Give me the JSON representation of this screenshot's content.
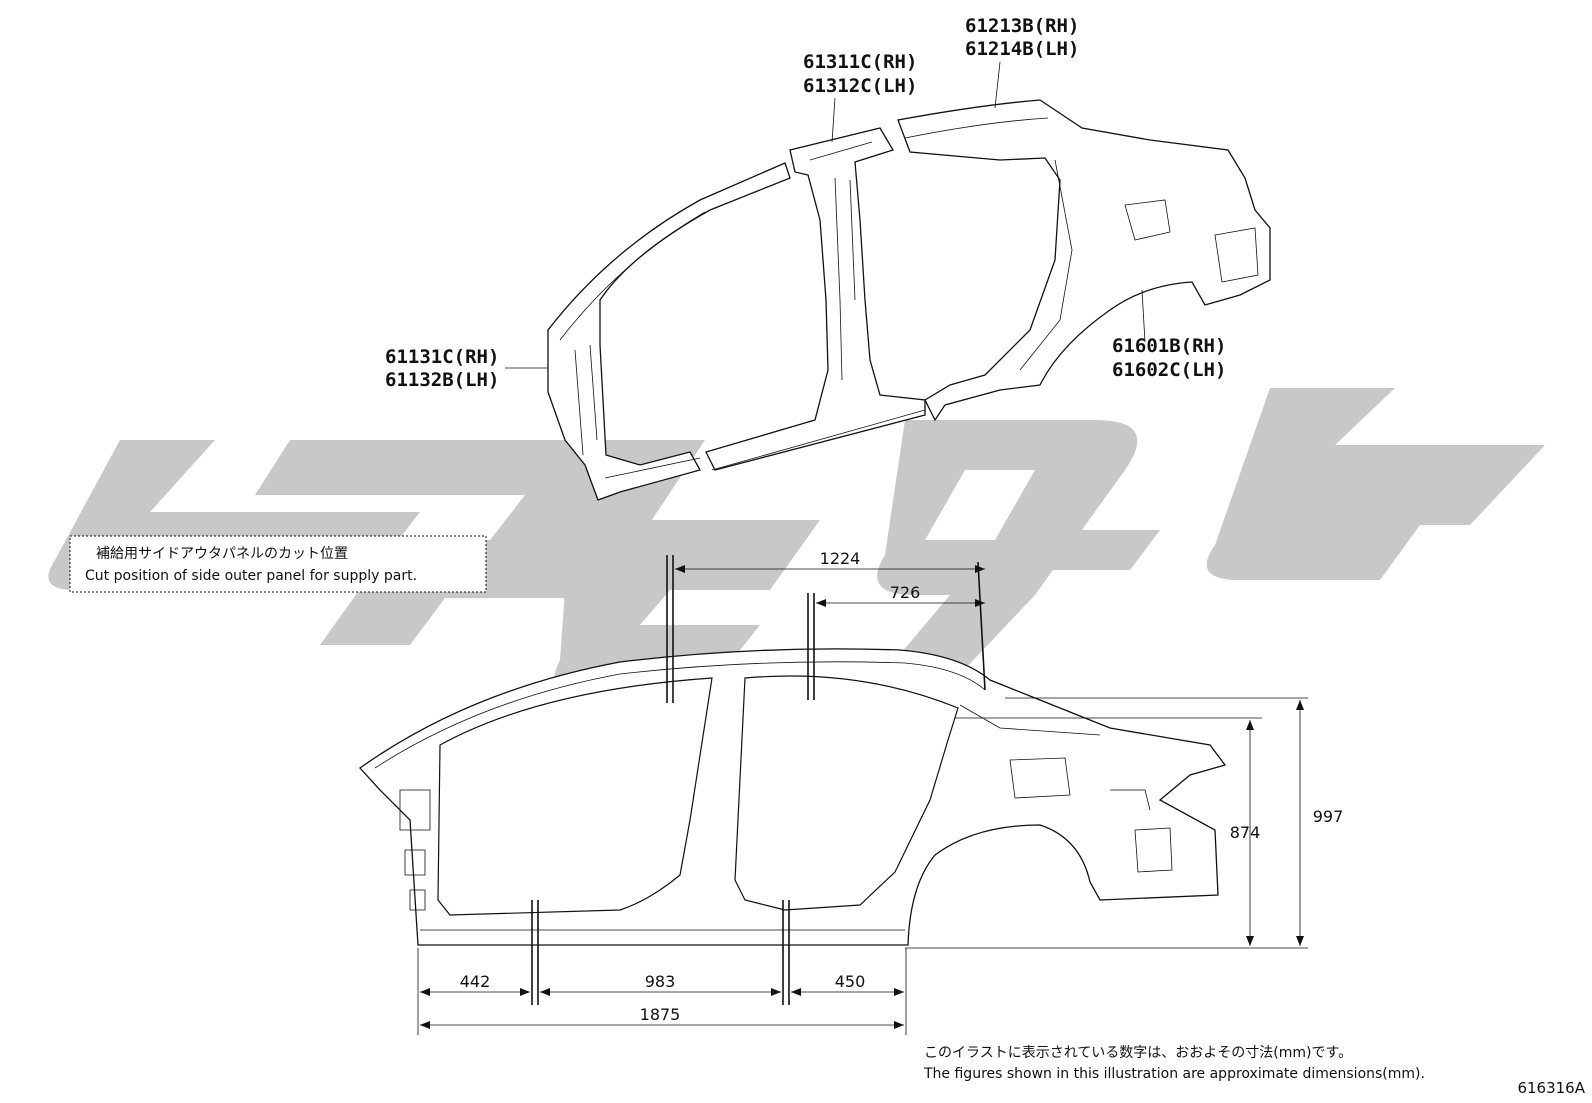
{
  "watermark": {
    "color": "#c8c8c8"
  },
  "parts": {
    "roof_rail_front": {
      "rh": "61311C(RH)",
      "lh": "61312C(LH)"
    },
    "roof_rail_rear": {
      "rh": "61213B(RH)",
      "lh": "61214B(LH)"
    },
    "front_pillar": {
      "rh": "61131C(RH)",
      "lh": "61132B(LH)"
    },
    "quarter_panel": {
      "rh": "61601B(RH)",
      "lh": "61602C(LH)"
    }
  },
  "cut_note": {
    "ja": "補給用サイドアウタパネルのカット位置",
    "en": "Cut position of side outer panel for supply part."
  },
  "dimensions": {
    "top_long": "1224",
    "top_short": "726",
    "height_inner": "874",
    "height_outer": "997",
    "bottom_1": "442",
    "bottom_2": "983",
    "bottom_3": "450",
    "bottom_total": "1875"
  },
  "footnote": {
    "ja": "このイラストに表示されている数字は、おおよその寸法(mm)です。",
    "en": "The figures shown in this illustration are approximate dimensions(mm)."
  },
  "ref_code": "616316A"
}
